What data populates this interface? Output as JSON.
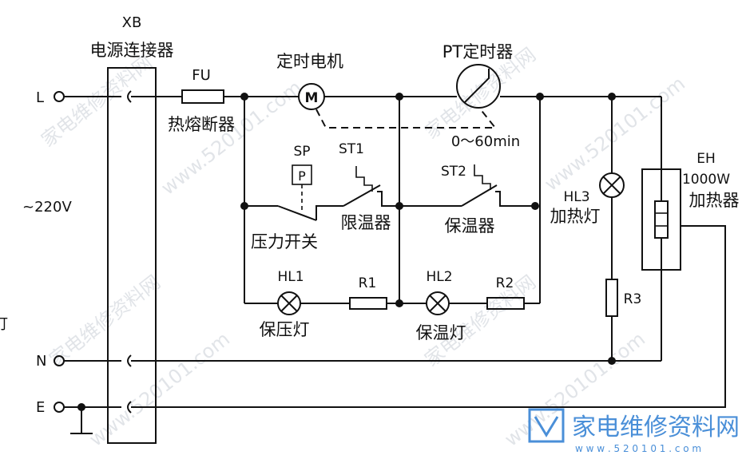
{
  "connector": {
    "id": "XB",
    "name": "电源连接器"
  },
  "terminals": {
    "L": "L",
    "N": "N",
    "E": "E"
  },
  "supply": "~220V",
  "fuse": {
    "id": "FU",
    "name": "热熔断器"
  },
  "motor": {
    "name": "定时电机",
    "symbol": "M"
  },
  "timer": {
    "name": "PT定时器",
    "range": "0～60min"
  },
  "pressure_switch": {
    "id": "SP",
    "symbol": "P",
    "name": "压力开关"
  },
  "limiter": {
    "id": "ST1",
    "name": "限温器"
  },
  "keep_warm": {
    "id": "ST2",
    "name": "保温器"
  },
  "lamp1": {
    "id": "HL1",
    "name": "保压灯"
  },
  "lamp2": {
    "id": "HL2",
    "name": "保温灯"
  },
  "lamp3": {
    "id": "HL3",
    "name": "加热灯"
  },
  "r1": "R1",
  "r2": "R2",
  "r3": "R3",
  "heater": {
    "id": "EH",
    "power": "1000W",
    "name": "加热器"
  },
  "edge_fragment": "灯",
  "watermark": {
    "site": "www.520101.com",
    "cn": "家电维修资料网",
    "url": "w w w . 5 2 0 1 0 1 . c o m",
    "colors": {
      "logo": "#4a8fd8",
      "faint": "#c9ced6"
    }
  }
}
